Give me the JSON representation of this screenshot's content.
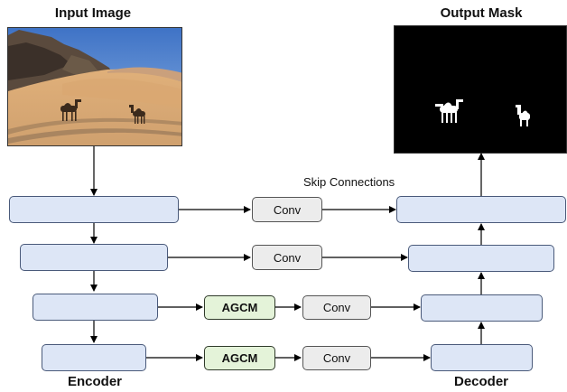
{
  "titles": {
    "input": "Input Image",
    "output": "Output Mask",
    "encoder": "Encoder",
    "decoder": "Decoder",
    "skip": "Skip Connections"
  },
  "modules": {
    "conv": "Conv",
    "agcm": "AGCM"
  },
  "colors": {
    "block_fill": "#dde6f6",
    "conv_fill": "#ececec",
    "agcm_fill": "#e4f3d9",
    "mask_bg": "#000000"
  }
}
